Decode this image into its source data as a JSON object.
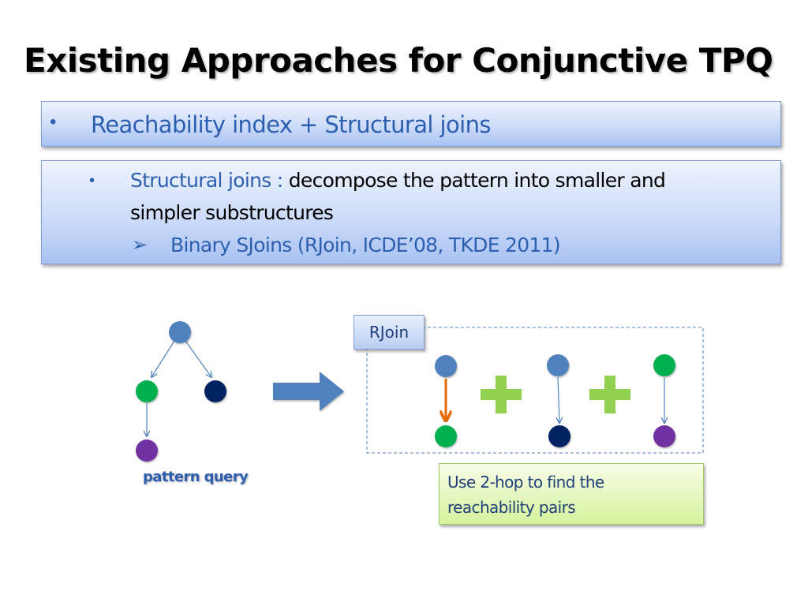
{
  "slide": {
    "title": "Existing Approaches for Conjunctive TPQ"
  },
  "box1": {
    "bullet": "•",
    "text": "Reachability index + Structural joins"
  },
  "box2": {
    "bullet": "•",
    "label": "Structural joins : ",
    "line1_rest": "decompose the pattern into smaller and",
    "line2": "simpler substructures",
    "sub_bullet": "➢",
    "sub_text": "Binary SJoins (RJoin,  ICDE’08, TKDE 2011)"
  },
  "diagram": {
    "pattern_label": "pattern query",
    "rjoin_label": "RJoin",
    "hop_note_line1": "Use 2-hop to find the",
    "hop_note_line2": "reachability pairs",
    "colors": {
      "steel_blue": "#4f81bd",
      "green": "#00b050",
      "navy": "#002060",
      "purple": "#7030a0",
      "plus_green": "#92d050",
      "orange_arrow": "#e46c0a"
    }
  }
}
